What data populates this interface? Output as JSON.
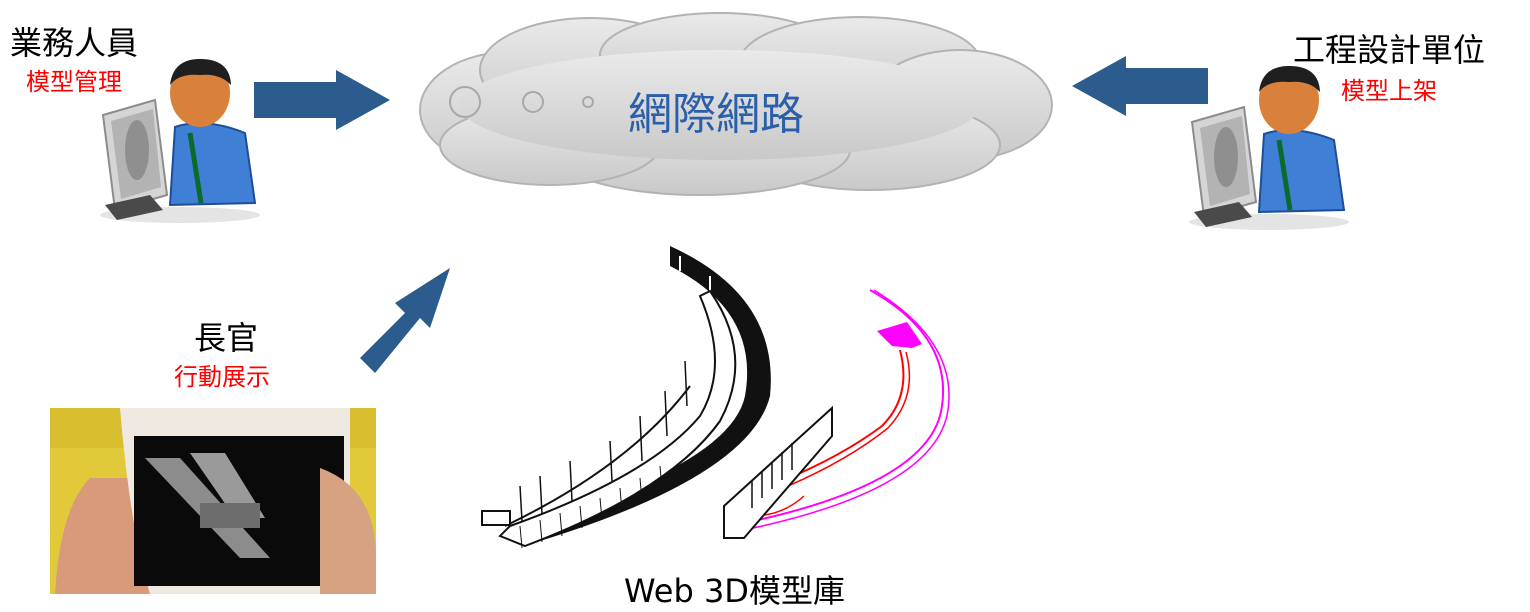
{
  "actors": {
    "business": {
      "name": "業務人員",
      "role": "模型管理"
    },
    "engineering": {
      "name": "工程設計單位",
      "role": "模型上架"
    },
    "manager": {
      "name": "長官",
      "role": "行動展示"
    }
  },
  "cloud": {
    "label": "網際網路"
  },
  "library": {
    "caption": "Web 3D模型庫"
  },
  "colors": {
    "arrow": "#2c5b8e",
    "cloud_fill": "#d9d9d9",
    "cloud_text": "#2b5faa",
    "role_text": "#ff0000",
    "magenta": "#ff00ff",
    "phone_bg": "#e2c93a"
  },
  "icons": [
    "user-computer-icon",
    "smartphone-icon",
    "bridge-model-icon",
    "route-model-icon",
    "arrow-icon"
  ]
}
